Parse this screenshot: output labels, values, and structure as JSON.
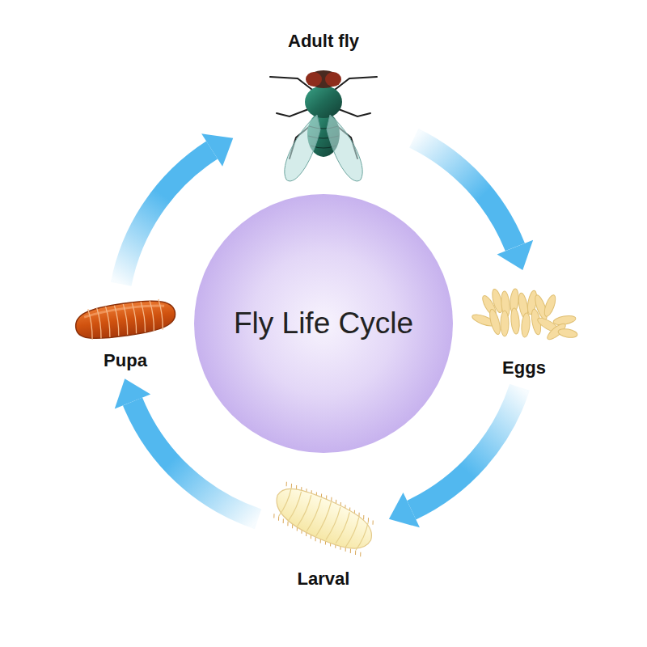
{
  "diagram": {
    "nodes": [
      {
        "text": [
          "Fly Life Cycle"
        ]
      },
      {
        "text": [
          "Adult fly"
        ]
      },
      {
        "text": [
          "Eggs"
        ]
      },
      {
        "text": [
          "Larval"
        ]
      },
      {
        "text": [
          "Pupa"
        ]
      }
    ],
    "edges": [
      {
        "from": 1,
        "to": 2,
        "arrow": "to"
      },
      {
        "from": 2,
        "to": 3,
        "arrow": "to"
      },
      {
        "from": 3,
        "to": 4,
        "arrow": "to"
      },
      {
        "from": 4,
        "to": 1,
        "arrow": "to"
      }
    ]
  }
}
